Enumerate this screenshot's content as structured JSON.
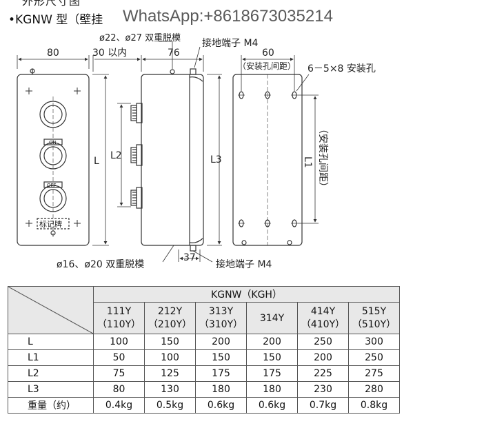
{
  "header": {
    "top_cut_text": "外形尺寸图",
    "title": "•KGNW 型（壁挂",
    "watermark": "WhatsApp:+8618673035214"
  },
  "drawing": {
    "dim_80": "80",
    "dim_30": "30 以内",
    "dim_76": "76",
    "dim_60": "60",
    "knockout_top": "ø22、ø27 双重脱模",
    "ground_top": "接地端子 M4",
    "mount_spacing": "（安装孔间距）",
    "mount_holes": "6－5×8 安装孔",
    "label_L": "L",
    "label_L2": "L2",
    "label_L3": "L3",
    "label_L1": "L1",
    "l1_note": "（安装孔间距）",
    "btn_on": "ON",
    "btn_off": "OFF",
    "nameplate": "标记牌",
    "knockout_bottom": "ø16、ø20 双重脱模",
    "dim_37": "37",
    "ground_bottom": "接地端子 M4"
  },
  "table": {
    "group_header": "KGNW（KGH）",
    "columns": [
      {
        "line1": "111Y",
        "line2": "（110Y）"
      },
      {
        "line1": "212Y",
        "line2": "（210Y）"
      },
      {
        "line1": "313Y",
        "line2": "（310Y）"
      },
      {
        "line1": "314Y",
        "line2": ""
      },
      {
        "line1": "414Y",
        "line2": "（410Y）"
      },
      {
        "line1": "515Y",
        "line2": "（510Y）"
      }
    ],
    "rows": [
      {
        "label": "L",
        "cells": [
          "100",
          "150",
          "200",
          "200",
          "250",
          "300"
        ]
      },
      {
        "label": "L1",
        "cells": [
          "50",
          "100",
          "150",
          "150",
          "200",
          "250"
        ]
      },
      {
        "label": "L2",
        "cells": [
          "75",
          "125",
          "175",
          "175",
          "225",
          "275"
        ]
      },
      {
        "label": "L3",
        "cells": [
          "80",
          "130",
          "180",
          "180",
          "230",
          "280"
        ]
      },
      {
        "label": "重量（约）",
        "cells": [
          "0.4kg",
          "0.5kg",
          "0.6kg",
          "0.6kg",
          "0.7kg",
          "0.8kg"
        ]
      }
    ]
  }
}
